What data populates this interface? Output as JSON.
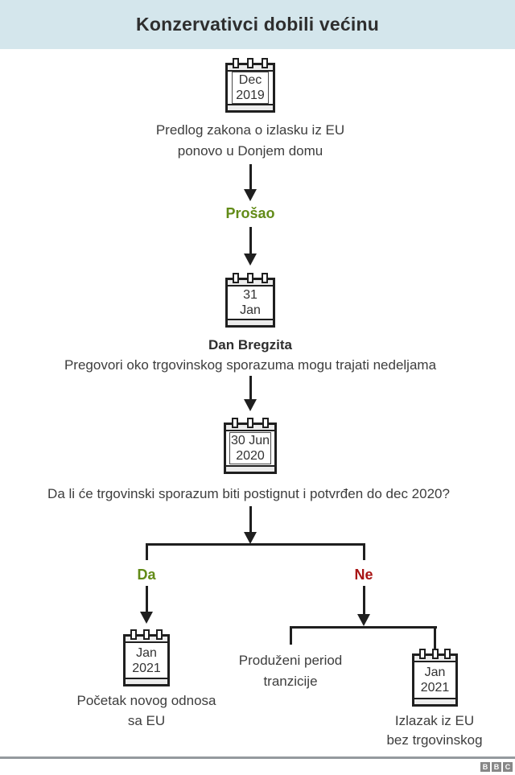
{
  "header": {
    "title": "Konzervativci dobili većinu"
  },
  "colors": {
    "header_bg": "#d4e6ec",
    "title_text": "#2e2e2e",
    "body_text": "#3d3d3d",
    "line": "#1f1f1f",
    "green": "#628b17",
    "red": "#a81414",
    "strip": "#ececec",
    "footer_line": "#949a9e",
    "bbc_gray": "#878787"
  },
  "flow": {
    "step1": {
      "calendar": {
        "line1": "Dec",
        "line2": "2019"
      },
      "caption_line1": "Predlog zakona o izlasku iz EU",
      "caption_line2": "ponovo u Donjem domu"
    },
    "result1": "Prošao",
    "step2": {
      "calendar": {
        "line1": "31",
        "line2": "Jan"
      },
      "title": "Dan Bregzita",
      "caption": "Pregovori oko trgovinskog sporazuma mogu trajati nedeljama"
    },
    "step3": {
      "calendar": {
        "line1": "30 Jun",
        "line2": "2020"
      }
    },
    "question": "Da li će trgovinski sporazum biti postignut i potvrđen do dec 2020?",
    "branch_yes": {
      "label": "Da",
      "calendar": {
        "line1": "Jan",
        "line2": "2021"
      },
      "caption_line1": "Početak novog odnosa",
      "caption_line2": "sa EU"
    },
    "branch_no": {
      "label": "Ne",
      "option_left": {
        "caption_line1": "Produženi period",
        "caption_line2": "tranzicije"
      },
      "option_right": {
        "calendar": {
          "line1": "Jan",
          "line2": "2021"
        },
        "caption_line1": "Izlazak iz EU",
        "caption_line2": "bez trgovinskog"
      }
    }
  },
  "footer": {
    "logo_letters": [
      "B",
      "B",
      "C"
    ]
  }
}
